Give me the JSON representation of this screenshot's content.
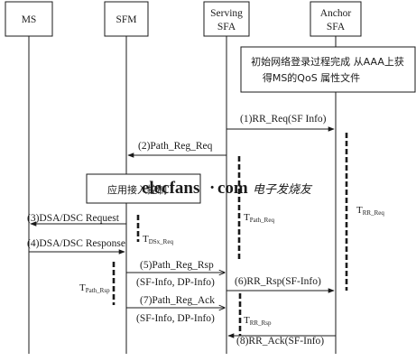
{
  "entities": {
    "ms": "MS",
    "sfm": "SFM",
    "serving_l1": "Serving",
    "serving_l2": "SFA",
    "anchor_l1": "Anchor",
    "anchor_l2": "SFA"
  },
  "notes": {
    "init_l1": "初始网络登录过程完成 从AAA上获",
    "init_l2": "得MS的QoS 属性文件",
    "admission": "应用接入控制"
  },
  "messages": {
    "m1": "(1)RR_Req(SF Info)",
    "m2": "(2)Path_Reg_Req",
    "m3": "(3)DSA/DSC Request",
    "m4": "(4)DSA/DSC Response",
    "m5": "(5)Path_Reg_Rsp",
    "m5b": "(SF-Info, DP-Info)",
    "m6": "(6)RR_Rsp(SF-Info)",
    "m7": "(7)Path_Reg_Ack",
    "m7b": "(SF-Info, DP-Info)",
    "m8": "(8)RR_Ack(SF-Info)"
  },
  "timers": {
    "t_path_req": {
      "main": "T",
      "sub": "Path_Req"
    },
    "t_rr_req": {
      "main": "T",
      "sub": "RR_Req"
    },
    "t_dsx_req": {
      "main": "T",
      "sub": "DSx_Req"
    },
    "t_path_rsp": {
      "main": "T",
      "sub": "Path_Rsp"
    },
    "t_rr_rsp": {
      "main": "T",
      "sub": "RR_Rsp"
    }
  },
  "watermark": {
    "brand": "elecfans",
    "dot": "·",
    "com": "com",
    "cn": "电子发烧友"
  },
  "colors": {
    "line": "#1a1a1a",
    "brand_blue": "#1346a8",
    "brand_red": "#d8262c"
  }
}
